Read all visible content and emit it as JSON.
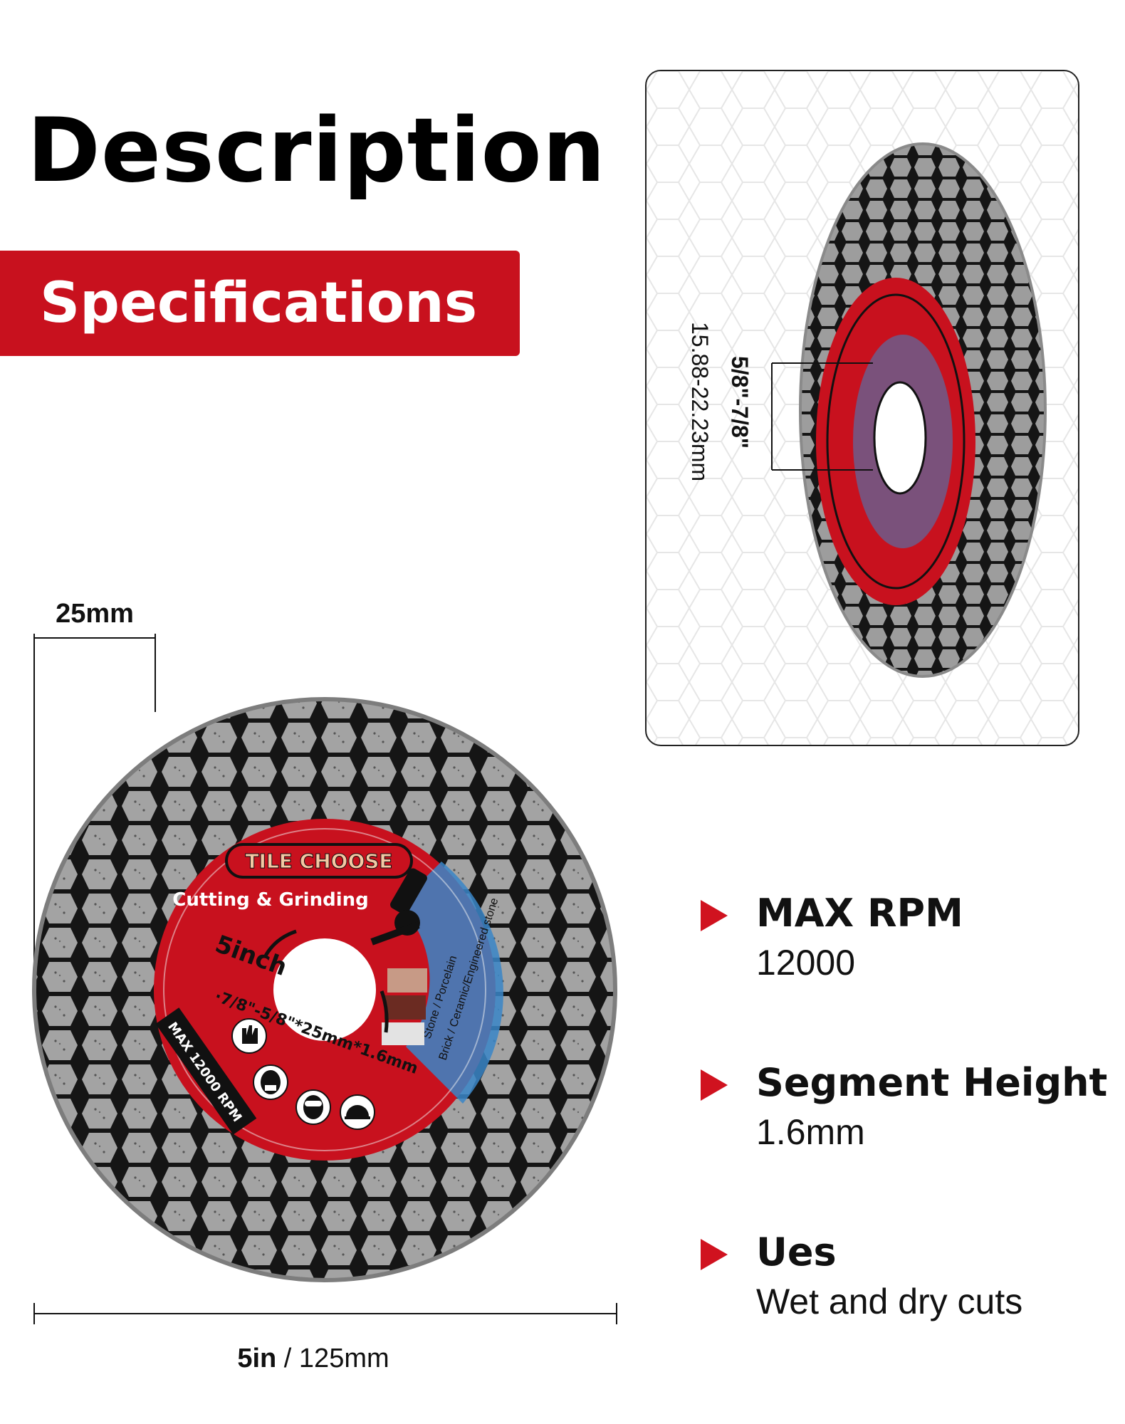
{
  "header": {
    "title": "Description",
    "banner": "Specifications"
  },
  "thickness_dimension": "25mm",
  "diameter_dimension": {
    "bold": "5in",
    "rest": " / 125mm"
  },
  "bore_dimension": {
    "inches": "5/8\"-7/8\"",
    "mm": "15.88-22.23mm"
  },
  "blade_label": {
    "brand": "TILE CHOOSE",
    "subtitle": "Cutting & Grinding",
    "size": "5inch",
    "spec": "·7/8\"-5/8\"*25mm*1.6mm",
    "rpm": "MAX 12000 RPM",
    "materials_line1": "Stone / Porcelain",
    "materials_line2": "Brick / Ceramic/Engineered stone"
  },
  "specs": [
    {
      "label": "MAX RPM",
      "value": "12000"
    },
    {
      "label": "Segment Height",
      "value": "1.6mm"
    },
    {
      "label": "Ues",
      "value": "Wet and dry cuts"
    }
  ],
  "colors": {
    "accent_red": "#c8111e",
    "arrow_red": "#d0121f",
    "blade_silver": "#a9a9a9",
    "hex_dark": "#1a1a1a",
    "label_blue": "#3a86c8"
  },
  "icons": [
    "gloves-icon",
    "mask-icon",
    "goggles-icon",
    "helmet-icon",
    "grinder-icon"
  ]
}
